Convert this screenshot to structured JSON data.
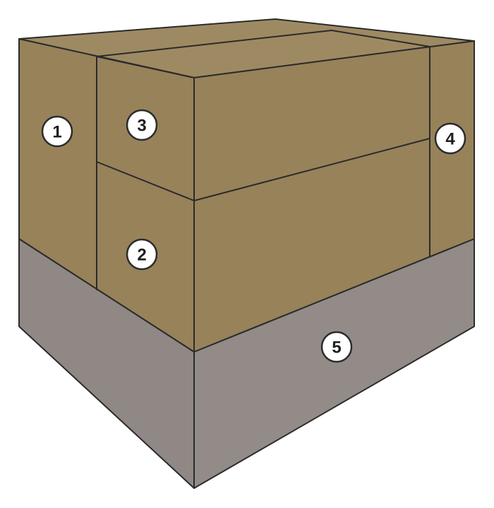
{
  "labels": {
    "callout_1": "1",
    "callout_2": "2",
    "callout_3": "3",
    "callout_4": "4",
    "callout_5": "5"
  },
  "colors": {
    "carton": "#97825a",
    "carton_top": "#9e8a62",
    "pallet": "#8f8885",
    "outline": "#2b2b2b",
    "callout_fill": "#ffffff"
  }
}
